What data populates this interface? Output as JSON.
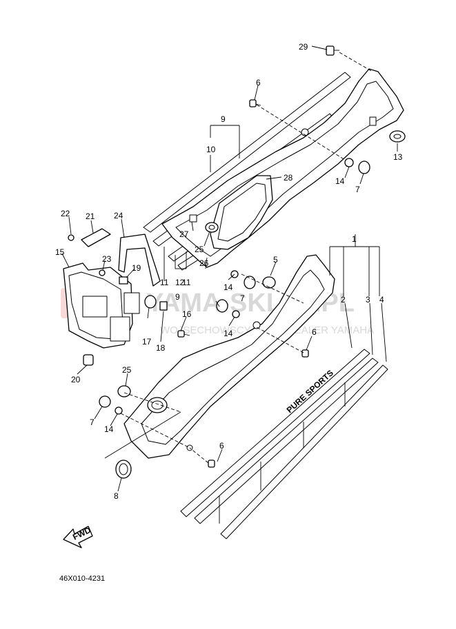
{
  "diagram_code": "46X010-4231",
  "fwd_label": "FWD",
  "decal_text": "PURE SPORTS",
  "watermark": {
    "title": "YAMA-SKLEP.PL",
    "subtitle": "WOJSECHOWSCY AUTH. DEALER YAMAHA"
  },
  "callouts": [
    {
      "id": "c29a",
      "text": "29"
    },
    {
      "id": "c6a",
      "text": "6"
    },
    {
      "id": "c9a",
      "text": "9"
    },
    {
      "id": "c10",
      "text": "10"
    },
    {
      "id": "c13",
      "text": "13"
    },
    {
      "id": "c14a",
      "text": "14"
    },
    {
      "id": "c7a",
      "text": "7"
    },
    {
      "id": "c28",
      "text": "28"
    },
    {
      "id": "c22",
      "text": "22"
    },
    {
      "id": "c21",
      "text": "21"
    },
    {
      "id": "c24",
      "text": "24"
    },
    {
      "id": "c27",
      "text": "27"
    },
    {
      "id": "c25a",
      "text": "25"
    },
    {
      "id": "c15",
      "text": "15"
    },
    {
      "id": "c23",
      "text": "23"
    },
    {
      "id": "c19",
      "text": "19"
    },
    {
      "id": "c11a",
      "text": "11"
    },
    {
      "id": "c12",
      "text": "12"
    },
    {
      "id": "c11b",
      "text": "11"
    },
    {
      "id": "c9b",
      "text": "9"
    },
    {
      "id": "c26",
      "text": "26"
    },
    {
      "id": "c14b",
      "text": "14"
    },
    {
      "id": "c5",
      "text": "5"
    },
    {
      "id": "c1",
      "text": "1"
    },
    {
      "id": "c7b",
      "text": "7"
    },
    {
      "id": "c14c",
      "text": "14"
    },
    {
      "id": "c2",
      "text": "2"
    },
    {
      "id": "c3",
      "text": "3"
    },
    {
      "id": "c4",
      "text": "4"
    },
    {
      "id": "c16",
      "text": "16"
    },
    {
      "id": "c17",
      "text": "17"
    },
    {
      "id": "c18",
      "text": "18"
    },
    {
      "id": "c6b",
      "text": "6"
    },
    {
      "id": "c20",
      "text": "20"
    },
    {
      "id": "c25b",
      "text": "25"
    },
    {
      "id": "c7c",
      "text": "7"
    },
    {
      "id": "c14d",
      "text": "14"
    },
    {
      "id": "c6c",
      "text": "6"
    },
    {
      "id": "c8",
      "text": "8"
    }
  ]
}
